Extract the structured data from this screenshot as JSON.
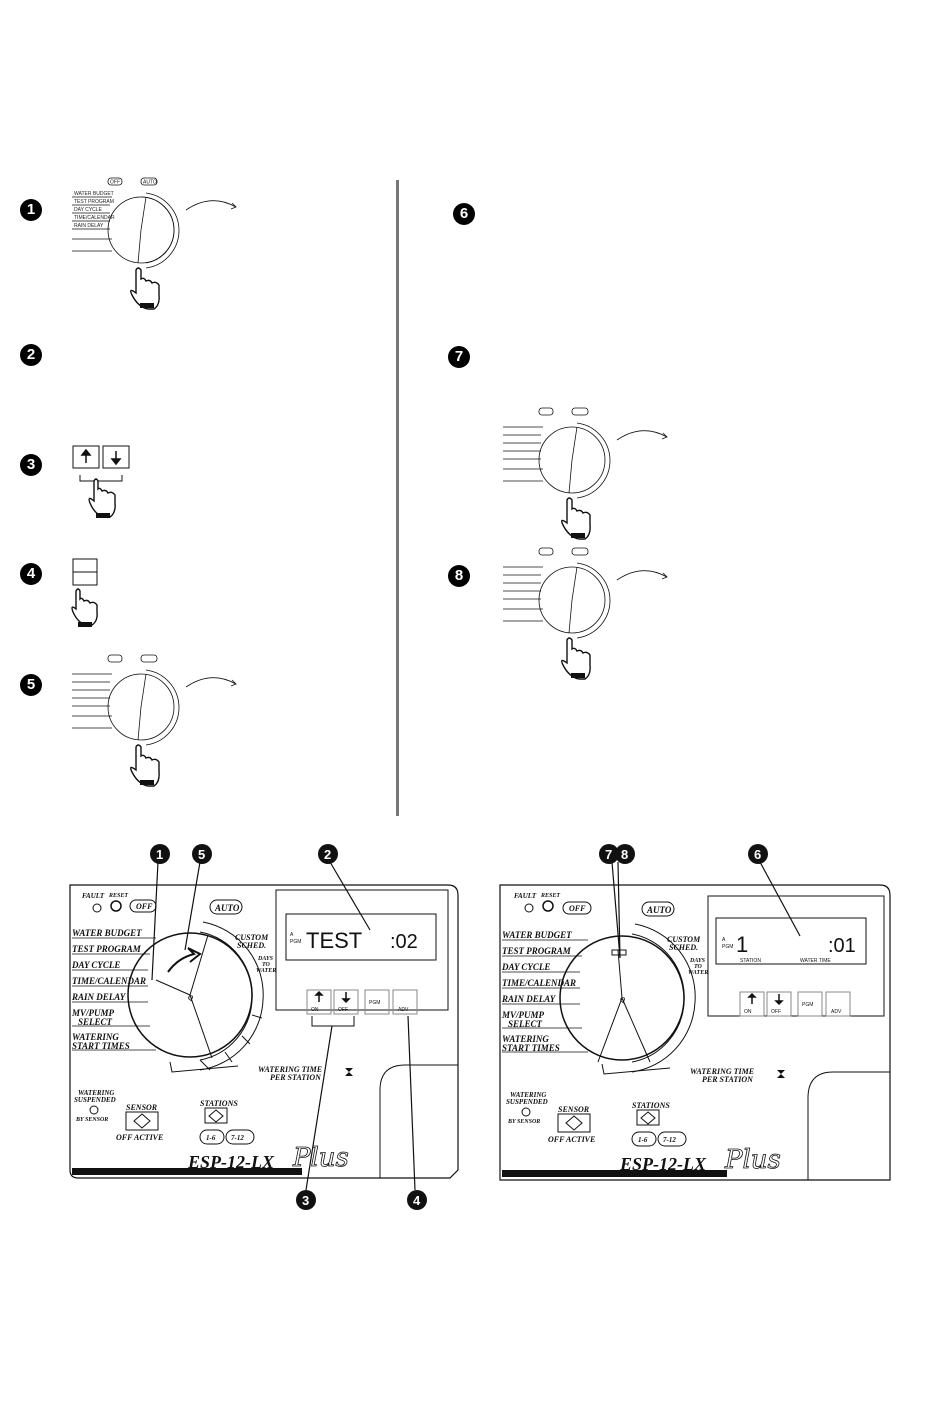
{
  "step_numbers": {
    "s1": "1",
    "s2": "2",
    "s3": "3",
    "s4": "4",
    "s5": "5",
    "s6": "6",
    "s7": "7",
    "s8": "8"
  },
  "dial_labels": {
    "off": "OFF",
    "auto": "AUTO",
    "water_budget": "WATER BUDGET",
    "test_program": "TEST PROGRAM",
    "day_cycle": "DAY CYCLE",
    "time_calendar": "TIME/CALENDAR",
    "rain_delay": "RAIN DELAY",
    "mv_pump": "MV/PUMP",
    "mv_pump_2": "SELECT",
    "watering": "WATERING",
    "start_times": "START TIMES",
    "custom": "CUSTOM",
    "sched": "SCHED.",
    "days": "DAYS",
    "to": "TO",
    "water": "WATER"
  },
  "panel_left": {
    "fault": "FAULT",
    "reset": "RESET",
    "off": "OFF",
    "auto": "AUTO",
    "pgm_a": "A",
    "pgm": "PGM",
    "display_text": "TEST",
    "display_time": ":02",
    "on": "ON",
    "off_btn": "OFF",
    "pgm_btn": "PGM",
    "adv": "ADV",
    "watering_time": "WATERING TIME",
    "per_station": "PER STATION",
    "watering_suspended": "WATERING",
    "suspended": "SUSPENDED",
    "by_sensor": "BY SENSOR",
    "sensor": "SENSOR",
    "off_active": "OFF  ACTIVE",
    "stations": "STATIONS",
    "st_1_6": "1-6",
    "st_7_12": "7-12",
    "model": "ESP-12-LX",
    "model_plus": "Plus"
  },
  "panel_right": {
    "pgm_a": "A",
    "pgm": "PGM",
    "display_station": "1",
    "display_time": ":01",
    "station_label": "STATION",
    "water_time_label": "WATER TIME"
  },
  "colors": {
    "ink": "#111111",
    "divider": "#777777",
    "paper": "#ffffff"
  }
}
